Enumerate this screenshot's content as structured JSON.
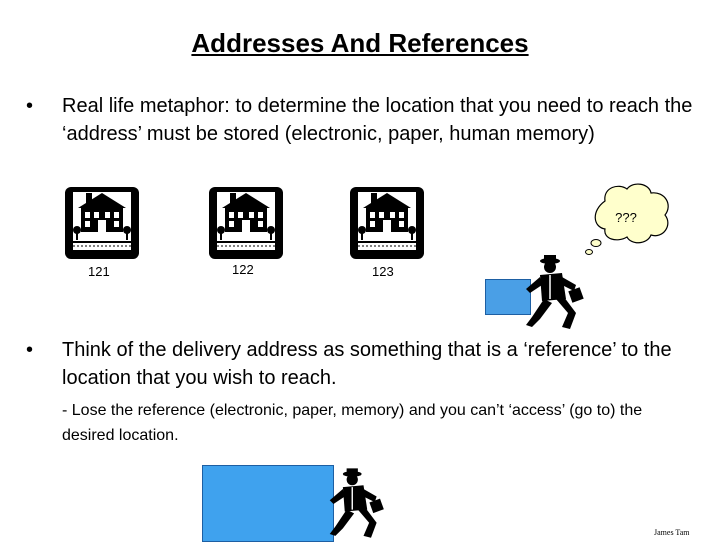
{
  "slide": {
    "title": "Addresses And References",
    "bullet1": "Real life metaphor: to determine the location that you need to reach the ‘address’ must be stored (electronic, paper, human memory)",
    "bullet2": "Think of the delivery address as something that is a ‘reference’ to the location that you wish to reach.",
    "sub_bullet": "- Lose the reference (electronic, paper, memory) and you can’t ‘access’ (go to) the desired location.",
    "bullet_marker": "•",
    "houses": [
      {
        "address": "121"
      },
      {
        "address": "122"
      },
      {
        "address": "123"
      }
    ],
    "thought_text": "???",
    "author": "James Tam",
    "colors": {
      "package": "#4a9fe6",
      "thought_cloud": "#ffffcc"
    },
    "icons": [
      "house-icon",
      "thought-cloud-icon",
      "package-box",
      "delivery-runner-icon"
    ]
  }
}
